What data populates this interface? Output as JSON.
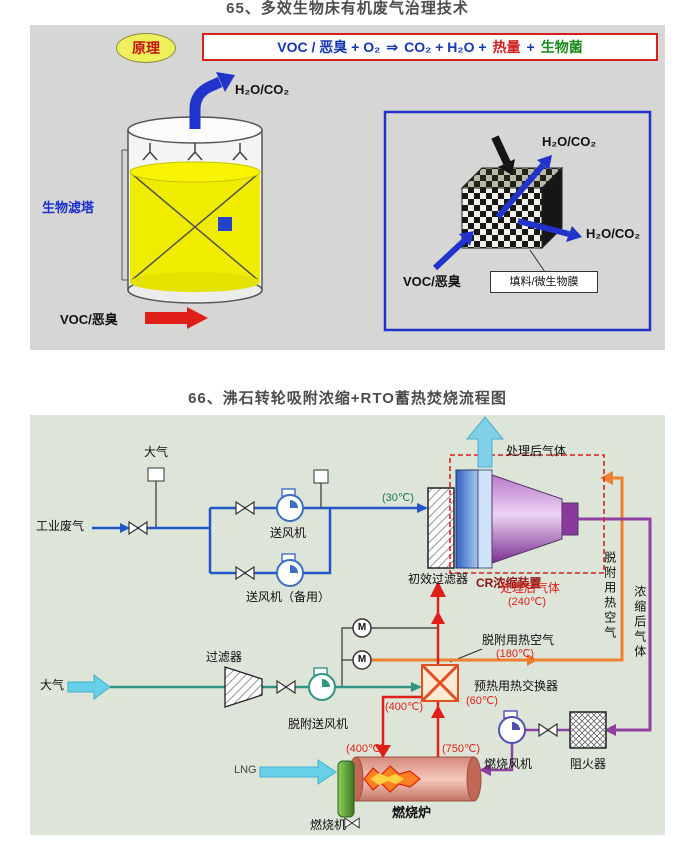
{
  "section1": {
    "title": "65、多效生物床有机废气治理技术",
    "badge": "原理",
    "formula": {
      "reactants": "VOC / 恶臭 + O₂",
      "arrow": "⇒",
      "products": "CO₂ + H₂O +",
      "heat": "热量",
      "plus": "+",
      "bio": "生物菌"
    },
    "labels": {
      "h2o_out": "H₂O/CO₂",
      "tower": "生物滤塔",
      "voc_in": "VOC/恶臭",
      "cube_h2o_top": "H₂O/CO₂",
      "cube_h2o_right": "H₂O/CO₂",
      "cube_voc_in": "VOC/恶臭",
      "cube_caption": "填料/微生物膜"
    },
    "colors": {
      "panel_bg": "#d6d6d4",
      "liquid": "#f0ec00",
      "flow_blue": "#2233cc",
      "flow_red": "#e02018"
    }
  },
  "section2": {
    "title": "66、沸石转轮吸附浓缩+RTO蓄热焚烧流程图",
    "labels": {
      "atmosphere_top": "大气",
      "industrial_gas": "工业废气",
      "fan_main": "送风机",
      "fan_backup": "送风机（备用）",
      "temp_30": "(30℃)",
      "pre_filter": "初效过滤器",
      "cr_unit": "CR浓缩装置",
      "treated_gas_top": "处理后气体",
      "treated_gas_mid": "处理后气体",
      "temp_240": "(240℃)",
      "desorb_hot_air": "脱附用热空气",
      "temp_180": "(180℃)",
      "desorb_hot_air_vertical": "脱附用热空气",
      "concentrated_gas_vertical": "浓缩后气体",
      "filter": "过滤器",
      "atmosphere_left": "大气",
      "desorb_fan": "脱附送风机",
      "preheat_exchanger": "预热用热交换器",
      "temp_60": "(60℃)",
      "temp_400_a": "(400℃)",
      "temp_400_b": "(400℃)",
      "temp_750": "(750℃)",
      "combustion_fan": "燃烧风机",
      "flame_arrestor": "阻火器",
      "lng": "LNG",
      "burner": "燃烧机",
      "furnace": "燃烧炉",
      "motor_valve": "M"
    },
    "colors": {
      "panel_bg": "#dde4d8",
      "waste_gas_line": "#2356c8",
      "clean_air_line": "#2f9480",
      "hot_gas_line": "#e02018",
      "desorb_air_line": "#f08030",
      "concentrated_line": "#9040a0",
      "atmosphere_arrow": "#66d0e8"
    }
  }
}
